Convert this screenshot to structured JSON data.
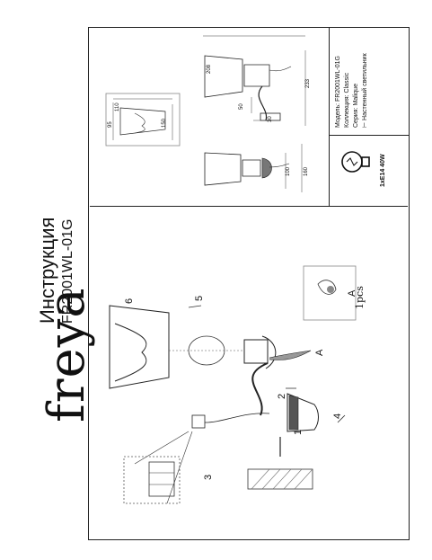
{
  "brand": "freya",
  "title": "Инструкция",
  "model_code": "FR2001WL-01G",
  "parts": {
    "labels": [
      "1",
      "2",
      "3",
      "4",
      "5",
      "6",
      "A"
    ],
    "package_label": "A",
    "package_qty": "1pcs"
  },
  "info": {
    "model_label": "Модель:",
    "model_value": "FR2001WL-01G",
    "collection_label": "Коллекция:",
    "collection_value": "Classic",
    "series_label": "Серия:",
    "series_value": "Malique",
    "type_value": "Настенный светильник",
    "bulb_spec": "1xE14 40W"
  },
  "dimensions": {
    "width_top": "208",
    "shade_w": "110",
    "shade_h": "95",
    "shade_d": "150",
    "arm_h": "233",
    "base_a": "50",
    "base_b": "30",
    "depth_a": "100",
    "depth_b": "160"
  }
}
